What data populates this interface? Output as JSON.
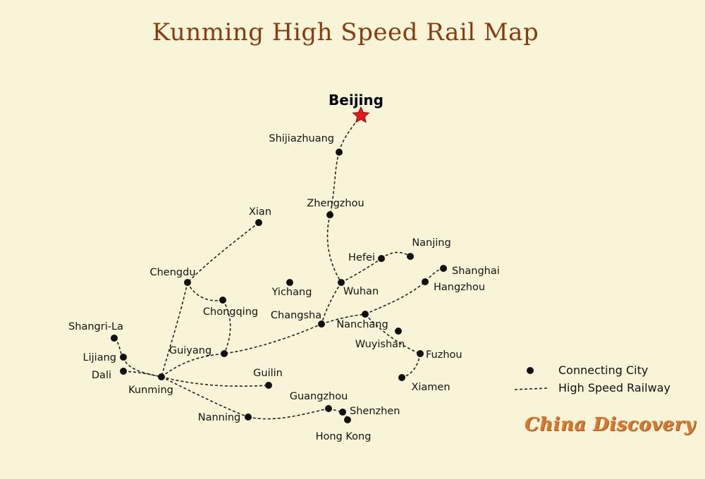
{
  "title": "Kunming High Speed Rail Map",
  "capital": "Beijing",
  "colors": {
    "background": "#f8f4d8",
    "title": "#8b3a0e",
    "star": "#e51b1b",
    "watermark": "#d9772b"
  },
  "cities": [
    "Shijiazhuang",
    "Zhengzhou",
    "Xian",
    "Chengdu",
    "Chongqing",
    "Yichang",
    "Wuhan",
    "Hefei",
    "Nanjing",
    "Shanghai",
    "Hangzhou",
    "Changsha",
    "Nanchang",
    "Wuyishan",
    "Fuzhou",
    "Xiamen",
    "Shangri-La",
    "Lijiang",
    "Dali",
    "Kunming",
    "Guiyang",
    "Guilin",
    "Guangzhou",
    "Shenzhen",
    "Hong Kong",
    "Nanning"
  ],
  "legend": {
    "city": "Connecting City",
    "railway": "High Speed Railway"
  },
  "watermark": "China Discovery"
}
